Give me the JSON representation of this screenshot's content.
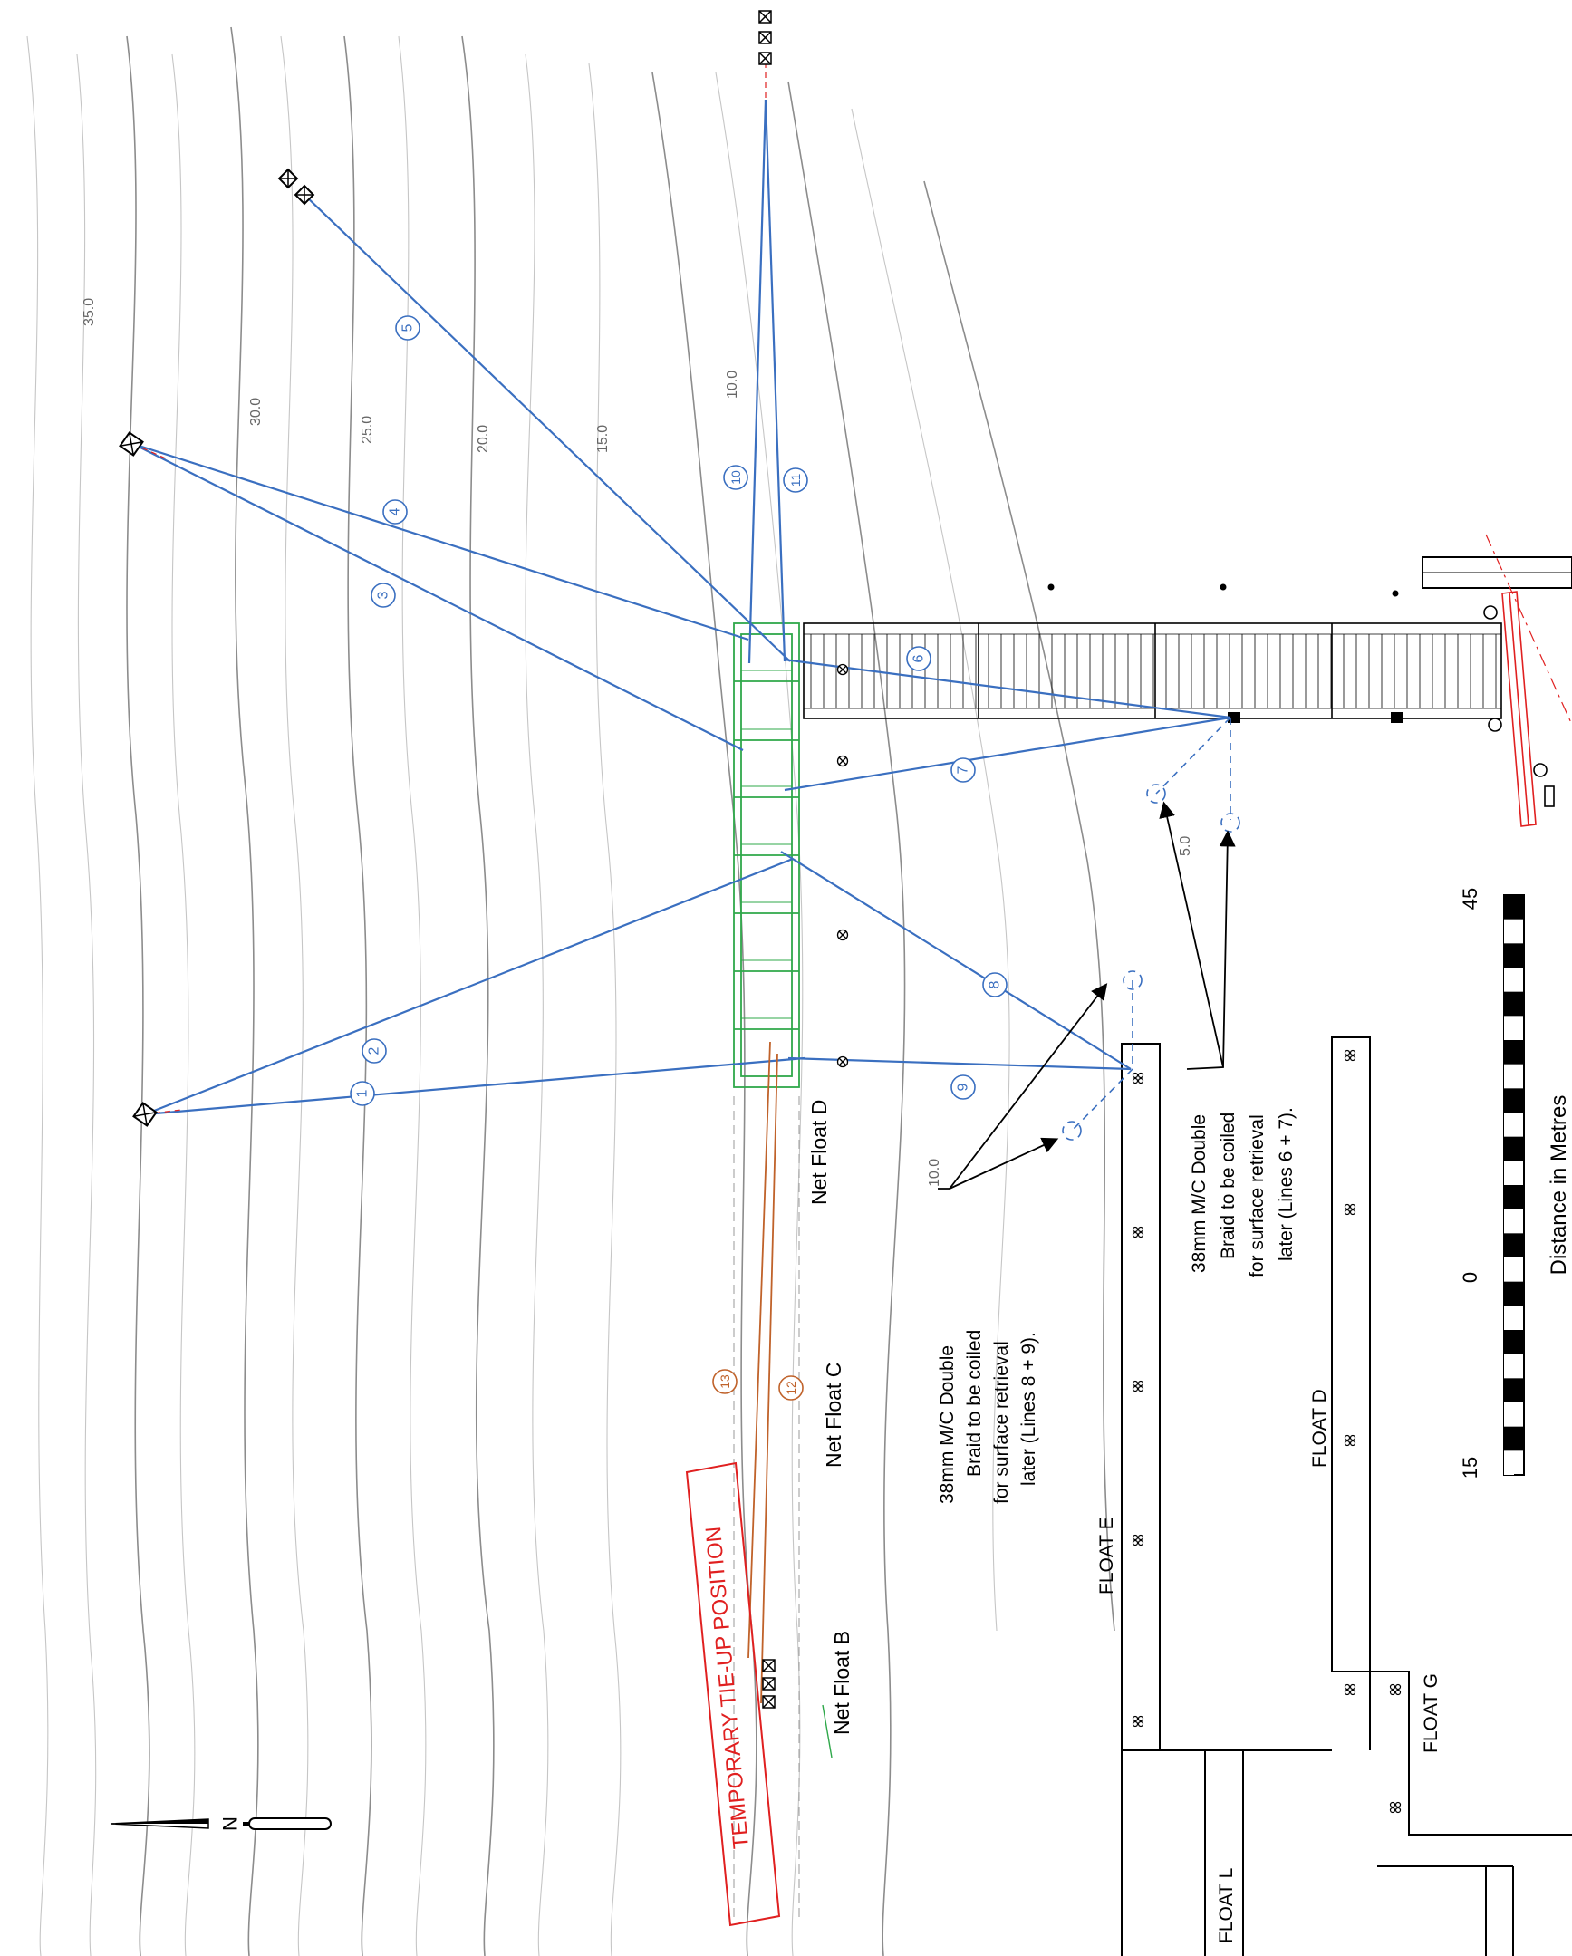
{
  "contour_labels": [
    "35.0",
    "30.0",
    "25.0",
    "20.0",
    "15.0",
    "10.0",
    "10.0",
    "5.0"
  ],
  "mooring_lines": [
    {
      "number": "1"
    },
    {
      "number": "2"
    },
    {
      "number": "3"
    },
    {
      "number": "4"
    },
    {
      "number": "5"
    },
    {
      "number": "6"
    },
    {
      "number": "7"
    },
    {
      "number": "8"
    },
    {
      "number": "9"
    },
    {
      "number": "10"
    },
    {
      "number": "11"
    },
    {
      "number": "12"
    },
    {
      "number": "13"
    }
  ],
  "net_floats": [
    "Net Float D",
    "Net Float C",
    "Net Float B"
  ],
  "floats": [
    "FLOAT E",
    "FLOAT D",
    "FLOAT G",
    "FLOAT L"
  ],
  "temporary_label": "TEMPORARY TIE-UP POSITION",
  "note_lines_8_9": [
    "38mm M/C Double",
    "Braid to be coiled",
    "for surface retrieval",
    "later (Lines 8 + 9)."
  ],
  "note_lines_6_7": [
    "38mm M/C Double",
    "Braid to be coiled",
    "for surface retrieval",
    "later (Lines 6 + 7)."
  ],
  "north_label": "N",
  "scale": {
    "labels": [
      "45",
      "0",
      "15"
    ],
    "caption": "Distance in Metres"
  },
  "colors": {
    "mooring": "#3a6fc0",
    "temporary": "#c0622a",
    "net_pen": "#2fa84a",
    "highlight": "#e02020",
    "contour": "#c6c6c6"
  }
}
